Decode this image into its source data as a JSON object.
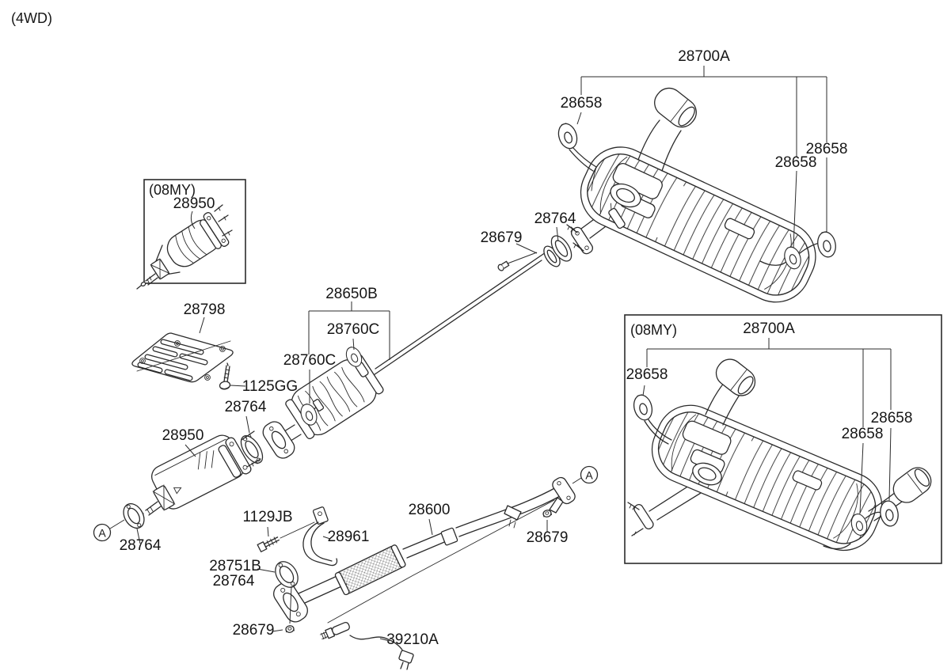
{
  "diagram": {
    "drive_type": "(4WD)",
    "inset_top_left": {
      "caption": "(08MY)",
      "catalytic_converter": "28950"
    },
    "rear_muffler": {
      "assembly": "28700A",
      "hanger_left": "28658",
      "hanger_mid": "28658",
      "hanger_right": "28658",
      "gasket": "28764",
      "bolt": "28679"
    },
    "center_muffler": {
      "assembly": "28650B",
      "hanger_upper": "28760C",
      "hanger_lower": "28760C",
      "gasket": "28764"
    },
    "heat_shield": {
      "panel": "28798",
      "bolt": "1125GG"
    },
    "catalytic_converter": {
      "part": "28950",
      "gasket": "28764",
      "section_ref": "A"
    },
    "front_pipe": {
      "part": "28600",
      "bolt": "1129JB",
      "bracket": "28961",
      "gasket_upper": "28751B",
      "gasket_lower": "28764",
      "nut_flange": "28679",
      "nut_stud": "28679",
      "oxygen_sensor": "39210A",
      "section_ref": "A"
    },
    "inset_bottom_right": {
      "caption": "(08MY)",
      "assembly": "28700A",
      "hanger_left": "28658",
      "hanger_mid": "28658",
      "hanger_right": "28658"
    }
  }
}
